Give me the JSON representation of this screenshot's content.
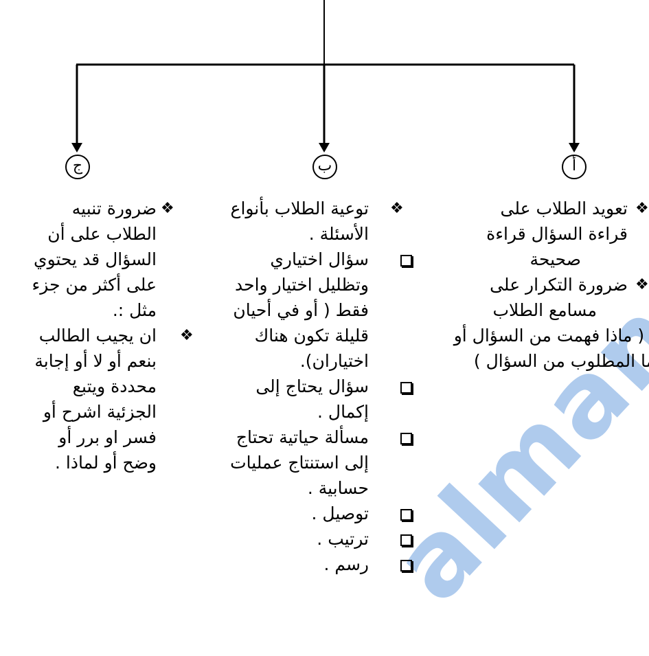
{
  "watermark": "almanah",
  "branches": [
    {
      "letter": "أ",
      "items": [
        {
          "bullet": "diamond",
          "lines": [
            "تعويد الطلاب على",
            "قراءة السؤال قراءة",
            "صحيحة"
          ]
        },
        {
          "bullet": "diamond",
          "lines": [
            "ضرورة التكرار على",
            "مسامع الطلاب"
          ]
        },
        {
          "bullet": "none",
          "lines": [
            ". ( ماذا فهمت من السؤال أو",
            "ما المطلوب من السؤال )"
          ]
        }
      ]
    },
    {
      "letter": "ب",
      "items": [
        {
          "bullet": "diamond",
          "lines": [
            "توعية الطلاب بأنواع",
            "الأسئلة ."
          ]
        },
        {
          "bullet": "square",
          "lines": [
            "سؤال اختياري",
            "وتظليل اختيار واحد",
            "فقط ( أو في أحيان",
            "قليلة تكون هناك",
            "اختياران)."
          ]
        },
        {
          "bullet": "square",
          "lines": [
            "سؤال يحتاج إلى",
            "إكمال ."
          ]
        },
        {
          "bullet": "square",
          "lines": [
            "مسألة حياتية تحتاج",
            "إلى استنتاج عمليات",
            "حسابية ."
          ]
        },
        {
          "bullet": "square",
          "lines": [
            "توصيل ."
          ]
        },
        {
          "bullet": "square",
          "lines": [
            "ترتيب ."
          ]
        },
        {
          "bullet": "square",
          "lines": [
            "رسم ."
          ]
        }
      ]
    },
    {
      "letter": "ج",
      "items": [
        {
          "bullet": "diamond",
          "lines": [
            "ضرورة تنبيه",
            "الطلاب على أن",
            "السؤال قد يحتوي",
            "على أكثر من جزء",
            "مثل :."
          ]
        },
        {
          "bullet": "diamond",
          "lines": [
            "ان يجيب الطالب",
            "بنعم أو لا أو إجابة",
            "محددة ويتبع",
            "الجزئية اشرح أو",
            "فسر او برر أو",
            "وضح أو لماذا ."
          ]
        }
      ]
    }
  ]
}
